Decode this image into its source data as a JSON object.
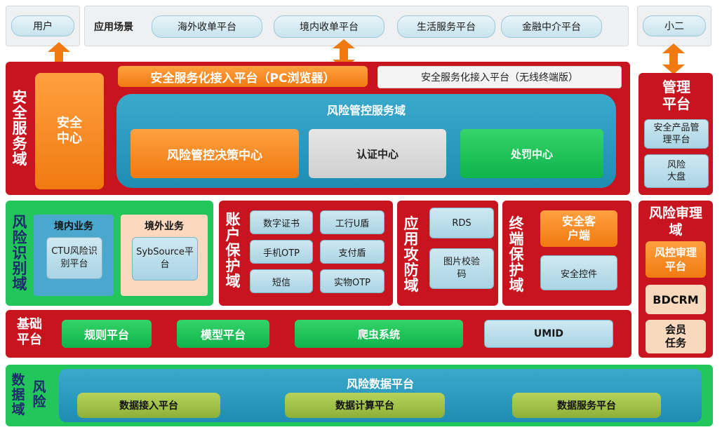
{
  "top": {
    "user": "用户",
    "scene_label": "应用场景",
    "scenes": [
      "海外收单平台",
      "境内收单平台",
      "生活服务平台",
      "金融中介平台"
    ],
    "xiaoer": "小二"
  },
  "security": {
    "title": "安全服务域",
    "center": "安全中心",
    "pc_access": "安全服务化接入平台（PC浏览器）",
    "wireless_access": "安全服务化接入平台（无线终端版）",
    "risk_domain": {
      "title": "风险管控服务域",
      "decision": "风险管控决策中心",
      "auth": "认证中心",
      "penalty": "处罚中心"
    }
  },
  "mgmt": {
    "title": "管理平台",
    "product": "安全产品管理平台",
    "dashboard": "风险大盘"
  },
  "identify": {
    "title": "风险识别域",
    "domestic_title": "境内业务",
    "domestic_box": "CTU风险识别平台",
    "overseas_title": "境外业务",
    "overseas_box": "SybSource平台"
  },
  "account": {
    "title": "账户保护域",
    "items": [
      "数字证书",
      "工行U盾",
      "手机OTP",
      "支付盾",
      "短信",
      "实物OTP"
    ]
  },
  "app_attack": {
    "title": "应用攻防域",
    "rds": "RDS",
    "captcha": "图片校验码"
  },
  "terminal": {
    "title": "终端保护域",
    "client": "安全客户端",
    "control": "安全控件"
  },
  "audit": {
    "title": "风险审理域",
    "platform": "风控审理平台",
    "bdcrm": "BDCRM",
    "member": "会员任务"
  },
  "base": {
    "title": "基础平台",
    "items": [
      "规则平台",
      "模型平台",
      "爬虫系统",
      "UMID"
    ]
  },
  "data": {
    "title_a": "数据域",
    "title_b": "风险",
    "platform": "风险数据平台",
    "items": [
      "数据接入平台",
      "数据计算平台",
      "数据服务平台"
    ]
  },
  "colors": {
    "red": "#c8141e",
    "orange": "#f07a10",
    "green": "#22c65a",
    "teal": "#2a9ec0",
    "light_blue": "#a9d4e4"
  }
}
